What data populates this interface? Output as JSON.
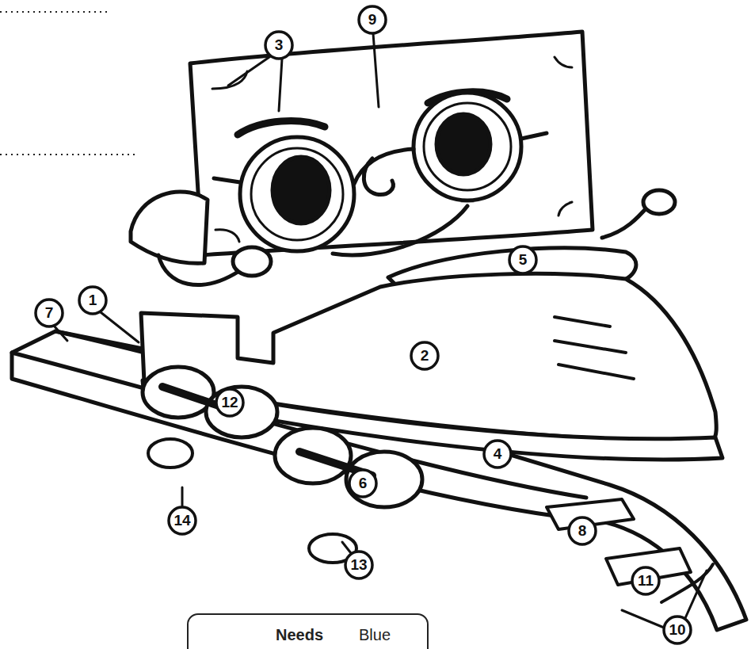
{
  "diagram": {
    "nodes": [
      {
        "text": [
          "Needs",
          "Blue"
        ]
      }
    ],
    "labels": [
      "9",
      "3",
      "5",
      "7",
      "1",
      "2",
      "12",
      "4",
      "6",
      "14",
      "8",
      "13",
      "11",
      "10"
    ]
  }
}
